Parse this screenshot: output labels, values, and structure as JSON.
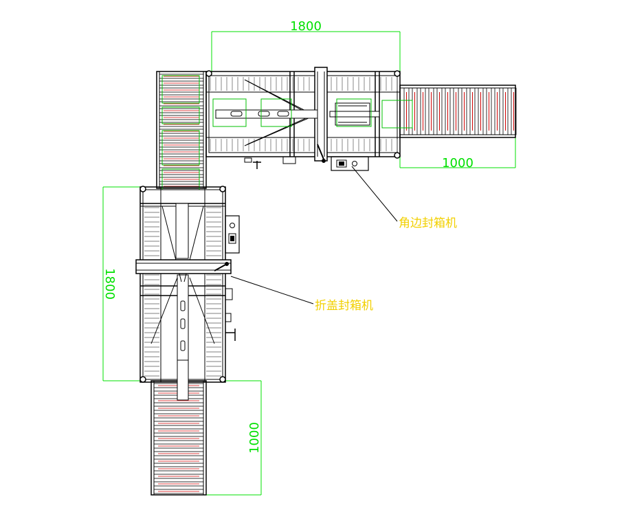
{
  "dimensions": {
    "top_width": "1800",
    "right_conveyor_length": "1000",
    "left_height": "1800",
    "bottom_conveyor_length": "1000"
  },
  "callouts": {
    "corner_sealer": "角边封箱机",
    "fold_sealer": "折盖封箱机"
  },
  "colors": {
    "outline": "#000000",
    "dimension": "#00e000",
    "callout": "#f2d000",
    "roller_accent": "#d00000",
    "detail": "#777777"
  }
}
